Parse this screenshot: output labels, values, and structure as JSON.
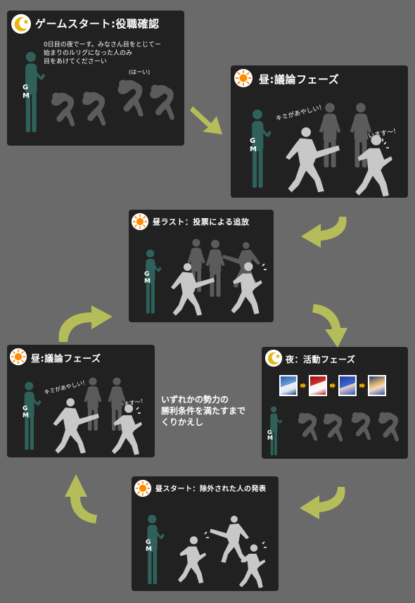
{
  "colors": {
    "background": "#6a6a6a",
    "panel": "#212121",
    "gm": "#2f615a",
    "player": "#c8c8c8",
    "shadow": "#5b5b5b",
    "arrow": "#b5bd5a",
    "sun": "#ff8c00",
    "moon": "#e3b814"
  },
  "panels": {
    "game_start": {
      "title": "ゲームスタート:役職確認",
      "icon": "moon-icon",
      "text": [
        "0日目の夜でーす。みなさん目をとじてー",
        "始まりのルリグになった人のみ",
        "目をあけてくださーい"
      ],
      "reply": "(はーい)",
      "gm_label": "GM"
    },
    "day_discussion_1": {
      "title": "昼:議論フェーズ",
      "icon": "sun-icon",
      "accuse": "キミがあやしい！",
      "deny": "違います～！",
      "gm_label": "GM"
    },
    "day_last": {
      "title": "昼ラスト：投票による追放",
      "icon": "sun-icon",
      "gm_label": "GM"
    },
    "night_activity": {
      "title": "夜：活動フェーズ",
      "icon": "moon-icon",
      "gm_label": "GM"
    },
    "day_discussion_2": {
      "title": "昼:議論フェーズ",
      "icon": "sun-icon",
      "accuse": "キミがあやしい！",
      "deny": "違います～！",
      "gm_label": "GM"
    },
    "day_start": {
      "title": "昼スタート：除外された人の発表",
      "icon": "sun-icon",
      "gm_label": "GM"
    }
  },
  "caption": [
    "いずれかの勢力の",
    "勝利条件を満たすまで",
    "くりかえし"
  ]
}
